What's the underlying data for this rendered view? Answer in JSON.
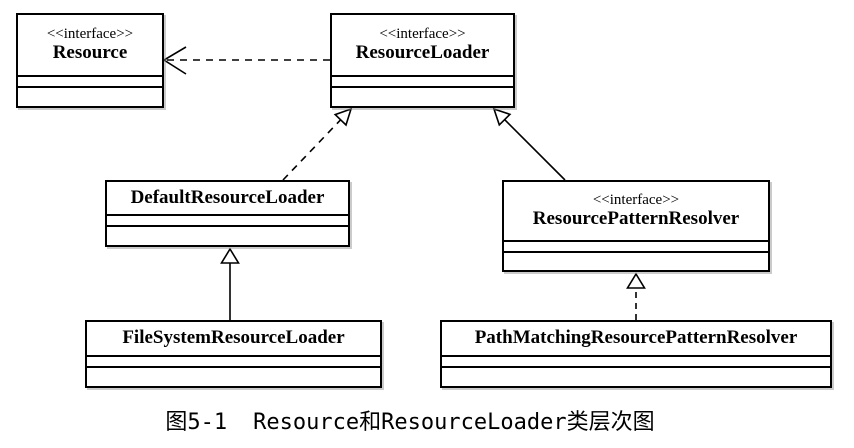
{
  "diagram": {
    "classes": [
      {
        "id": "resource",
        "stereotype": "<<interface>>",
        "name": "Resource"
      },
      {
        "id": "resource-loader",
        "stereotype": "<<interface>>",
        "name": "ResourceLoader"
      },
      {
        "id": "default-resource-loader",
        "stereotype": "",
        "name": "DefaultResourceLoader"
      },
      {
        "id": "resource-pattern-resolver",
        "stereotype": "<<interface>>",
        "name": "ResourcePatternResolver"
      },
      {
        "id": "file-system-resource-loader",
        "stereotype": "",
        "name": "FileSystemResourceLoader"
      },
      {
        "id": "path-matching-resource-pattern-resolver",
        "stereotype": "",
        "name": "PathMatchingResourcePatternResolver"
      }
    ],
    "relationships": [
      {
        "from": "ResourceLoader",
        "to": "Resource",
        "type": "dependency",
        "line": "dashed",
        "head": "open-arrow"
      },
      {
        "from": "DefaultResourceLoader",
        "to": "ResourceLoader",
        "type": "realization",
        "line": "dashed",
        "head": "hollow-triangle"
      },
      {
        "from": "ResourcePatternResolver",
        "to": "ResourceLoader",
        "type": "generalization",
        "line": "solid",
        "head": "hollow-triangle"
      },
      {
        "from": "FileSystemResourceLoader",
        "to": "DefaultResourceLoader",
        "type": "generalization",
        "line": "solid",
        "head": "hollow-triangle"
      },
      {
        "from": "PathMatchingResourcePatternResolver",
        "to": "ResourcePatternResolver",
        "type": "realization",
        "line": "dashed",
        "head": "hollow-triangle"
      }
    ],
    "colors": {
      "line": "#000000",
      "box_fill": "#ffffff",
      "background": "#ffffff"
    }
  },
  "caption": {
    "figure_label": "图5-1",
    "text": "Resource和ResourceLoader类层次图"
  }
}
